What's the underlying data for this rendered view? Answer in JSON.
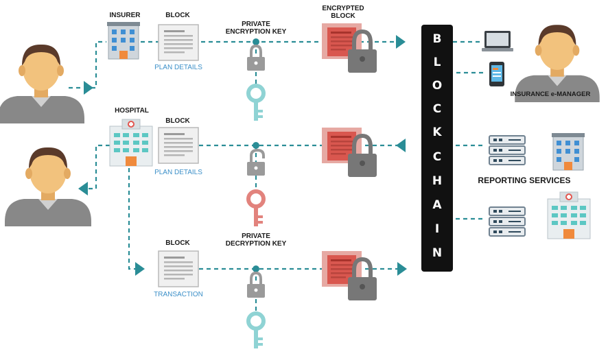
{
  "labels": {
    "insurer": "INSURER",
    "block_top": "BLOCK",
    "private_enc_line1": "PRIVATE",
    "private_enc_line2": "ENCRYPTION KEY",
    "encrypted_line1": "ENCRYPTED",
    "encrypted_line2": "BLOCK",
    "plan_details_top": "PLAN DETAILS",
    "hospital": "HOSPITAL",
    "block_mid": "BLOCK",
    "plan_details_mid": "PLAN DETAILS",
    "block_bot": "BLOCK",
    "private_dec_line1": "PRIVATE",
    "private_dec_line2": "DECRYPTION KEY",
    "transaction": "TRANSACTION",
    "insurance_manager": "INSURANCE e-MANAGER",
    "reporting_services": "REPORTING SERVICES"
  },
  "blockchain_letters": [
    "B",
    "L",
    "O",
    "C",
    "K",
    "C",
    "H",
    "A",
    "I",
    "N"
  ],
  "colors": {
    "teal": "#2a8d96",
    "dark_chain": "#111111",
    "encrypted_red": "#d9574f",
    "encrypted_bg": "#e6a9a3",
    "lock_gray": "#7c7c7c",
    "key_teal": "#8fd3d4",
    "key_pink": "#e2837d",
    "label_blue": "#3b8fc8"
  },
  "icons": [
    "person-icon",
    "building-icon",
    "hospital-icon",
    "document-icon",
    "encrypted-document-icon",
    "lock-icon",
    "unlock-icon",
    "key-icon",
    "laptop-icon",
    "phone-icon",
    "server-icon"
  ]
}
